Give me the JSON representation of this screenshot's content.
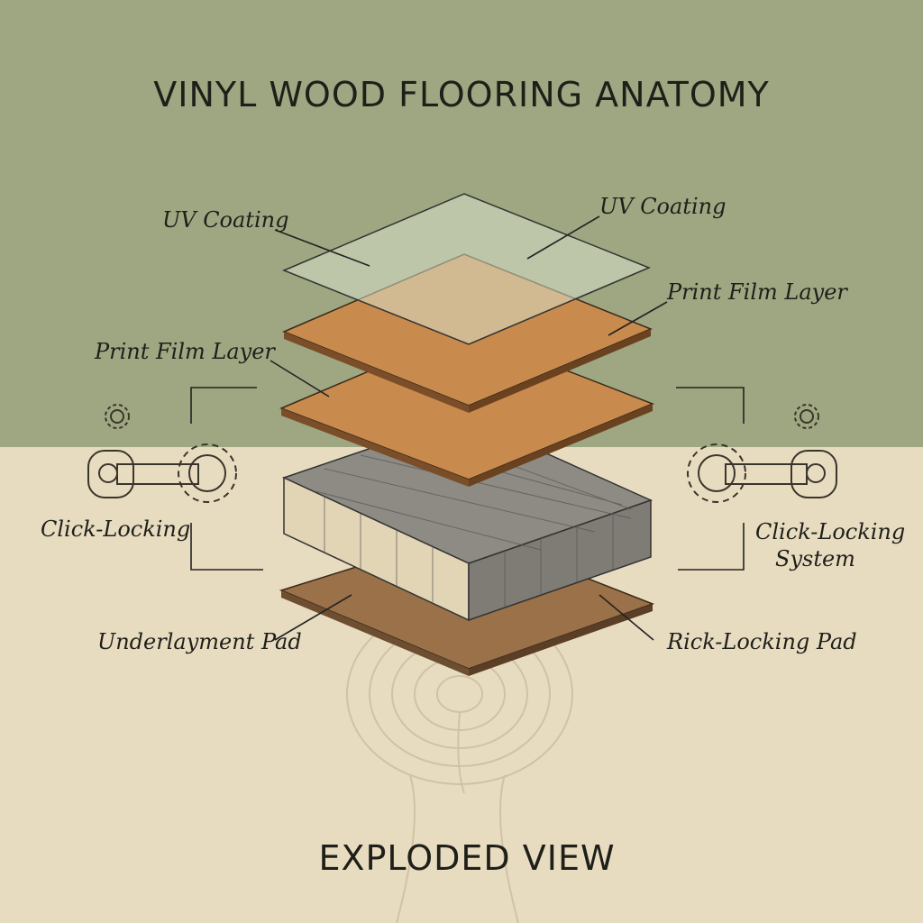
{
  "title": "VINYL WOOD FLOORING ANATOMY",
  "footer": "EXPLODED VIEW",
  "labels": {
    "uv_left": "UV Coating",
    "uv_right": "UV Coating",
    "print_right": "Print Film Layer",
    "print_left": "Print Film Layer",
    "click_left": "Click-Locking",
    "click_right_1": "Click-Locking",
    "click_right_2": "System",
    "underlay": "Underlayment Pad",
    "rick_pad": "Rick-Locking Pad"
  },
  "colors": {
    "background_top": "#9ea781",
    "background_bottom": "#e8dcc0",
    "wood": "#c98a4e",
    "pad": "#9a7148",
    "core": "#8e8b84",
    "uv": "#d7e0c8"
  },
  "icons": [
    "gear-icon",
    "click-lock-mechanism-icon",
    "tree-rings-icon"
  ]
}
